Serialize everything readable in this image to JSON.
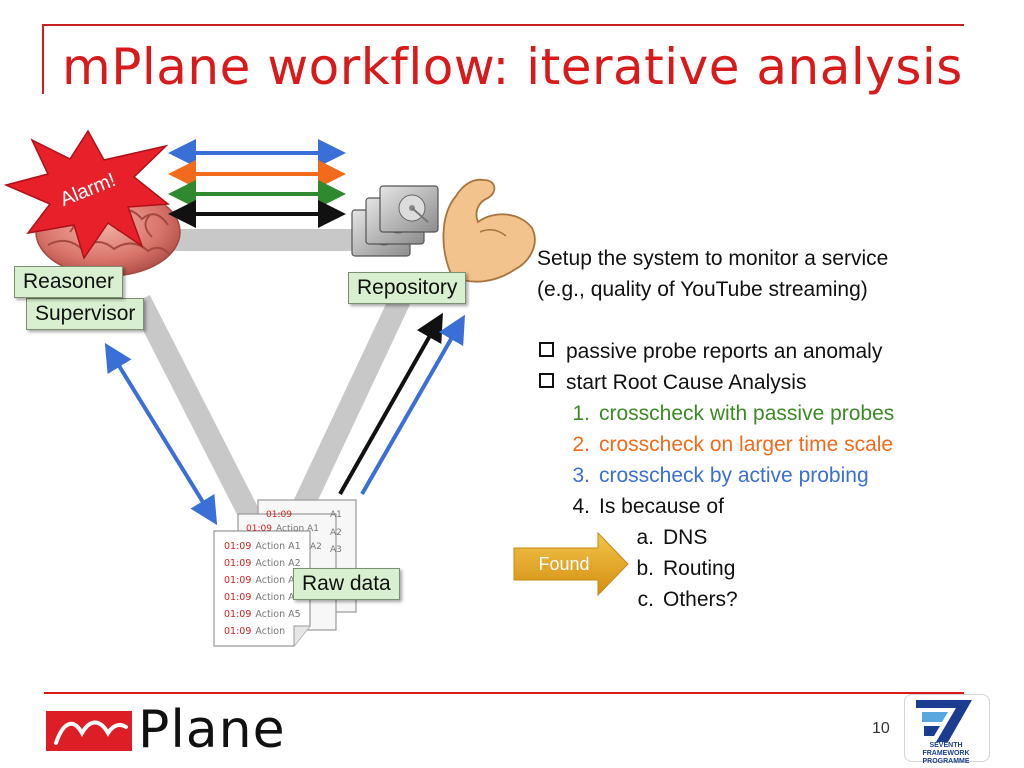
{
  "slide": {
    "title": "mPlane workflow: iterative analysis",
    "page_number": "10"
  },
  "diagram": {
    "alarm_label": "Alarm!",
    "nodes": {
      "reasoner": "Reasoner",
      "supervisor": "Supervisor",
      "repository": "Repository",
      "raw_data": "Raw data"
    },
    "arrow_colors": {
      "blue": "#3a6fd8",
      "orange": "#f26b1d",
      "green": "#2f8a2f",
      "black": "#111111"
    },
    "log_entries": [
      {
        "time": "01:09",
        "action": "Action A1"
      },
      {
        "time": "01:09",
        "action": "Action A2"
      },
      {
        "time": "01:09",
        "action": "Action A3"
      },
      {
        "time": "01:09",
        "action": "Action A4"
      },
      {
        "time": "01:09",
        "action": "Action A5"
      },
      {
        "time": "01:09",
        "action": "Action"
      }
    ]
  },
  "panel": {
    "intro_line1": "Setup the system to monitor a service",
    "intro_line2": "(e.g., quality of YouTube streaming)",
    "bullets": [
      "passive probe reports an anomaly",
      "start Root Cause Analysis"
    ],
    "steps": [
      {
        "num": "1.",
        "text": "crosscheck with passive probes",
        "color": "#3c8a26"
      },
      {
        "num": "2.",
        "text": "crosscheck on larger time scale",
        "color": "#f26b1d"
      },
      {
        "num": "3.",
        "text": "crosscheck by active probing",
        "color": "#3a6fd8"
      },
      {
        "num": "4.",
        "text": "Is because of",
        "color": "#111111"
      }
    ],
    "causes": [
      {
        "letter": "a.",
        "text": "DNS"
      },
      {
        "letter": "b.",
        "text": "Routing"
      },
      {
        "letter": "c.",
        "text": "Others?"
      }
    ]
  },
  "found_label": "Found",
  "footer": {
    "logo_text": "Plane",
    "fp7_text_line1": "SEVENTH FRAMEWORK",
    "fp7_text_line2": "PROGRAMME"
  },
  "colors": {
    "title_red": "#d91a1a",
    "label_fill": "#d9f0d0",
    "found_fill": "#e0a81e"
  }
}
